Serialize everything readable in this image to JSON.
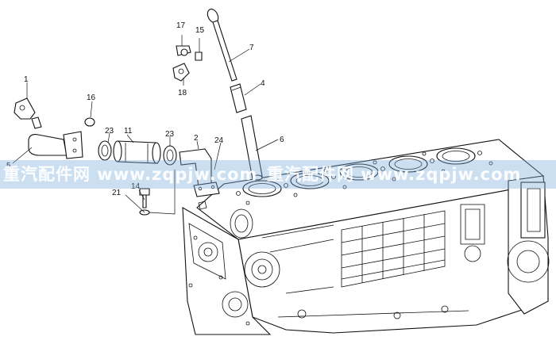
{
  "callouts": {
    "c1": "1",
    "c2": "2",
    "c4": "4",
    "c5": "5",
    "c6": "6",
    "c7": "7",
    "c11": "11",
    "c14": "14",
    "c15": "15",
    "c16": "16",
    "c17": "17",
    "c18": "18",
    "c21": "21",
    "c23a": "23",
    "c23b": "23",
    "c24": "24"
  },
  "watermark": {
    "text_left": "重汽配件网 www.zqpjw.com",
    "text_right": "重汽配件网 www.zqpjw.com"
  }
}
